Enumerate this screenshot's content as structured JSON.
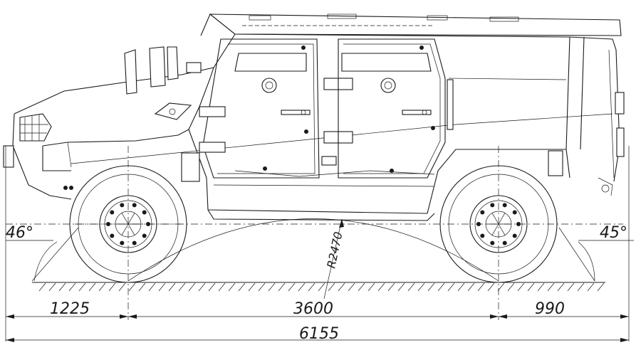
{
  "dimensions": {
    "front_overhang": "1225",
    "wheelbase": "3600",
    "rear_overhang": "990",
    "overall_length": "6155",
    "radius": "R2470"
  },
  "angles": {
    "approach": "46°",
    "departure": "45°"
  }
}
